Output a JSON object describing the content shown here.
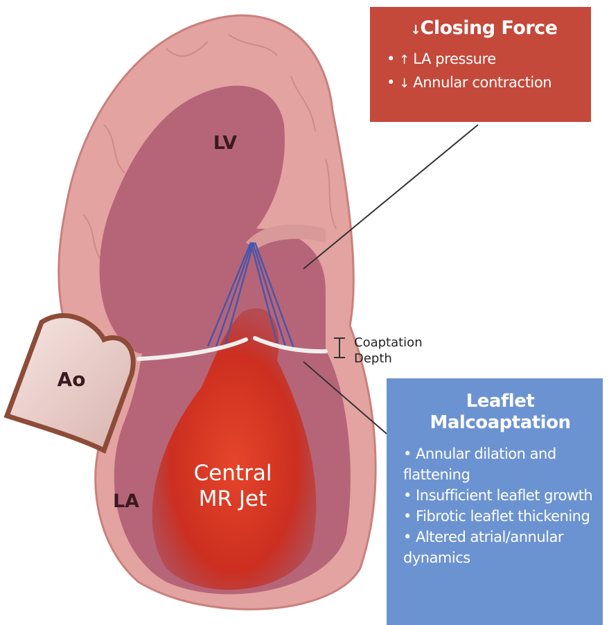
{
  "labels": {
    "lv": "LV",
    "la": "LA",
    "ao": "Ao",
    "jet": [
      "Central",
      "MR Jet"
    ],
    "coaptation": [
      "Coaptation",
      "Depth"
    ]
  },
  "closing_force_box": {
    "title_arrow": "↓",
    "title": "Closing Force",
    "items": [
      {
        "bullet": "•",
        "arrow": "↑",
        "text": "LA pressure"
      },
      {
        "bullet": "•",
        "arrow": "↓",
        "text": "Annular contraction"
      }
    ]
  },
  "malcoaptation_box": {
    "title_lines": [
      "Leaflet",
      "Malcoaptation"
    ],
    "items": [
      "• Annular dilation and flattening",
      "• Insufficient leaflet growth",
      "• Fibrotic leaflet thickening",
      "• Altered atrial/annular dynamics"
    ]
  },
  "colors": {
    "force_box": "#c4493a",
    "malcoaptation_box": "#6c93d1",
    "wall_outer": "#e3a3a0",
    "chamber": "#b66578",
    "jet": "#cc2f20",
    "chordae": "#4a55a8",
    "leaflet": "#f0efee"
  }
}
